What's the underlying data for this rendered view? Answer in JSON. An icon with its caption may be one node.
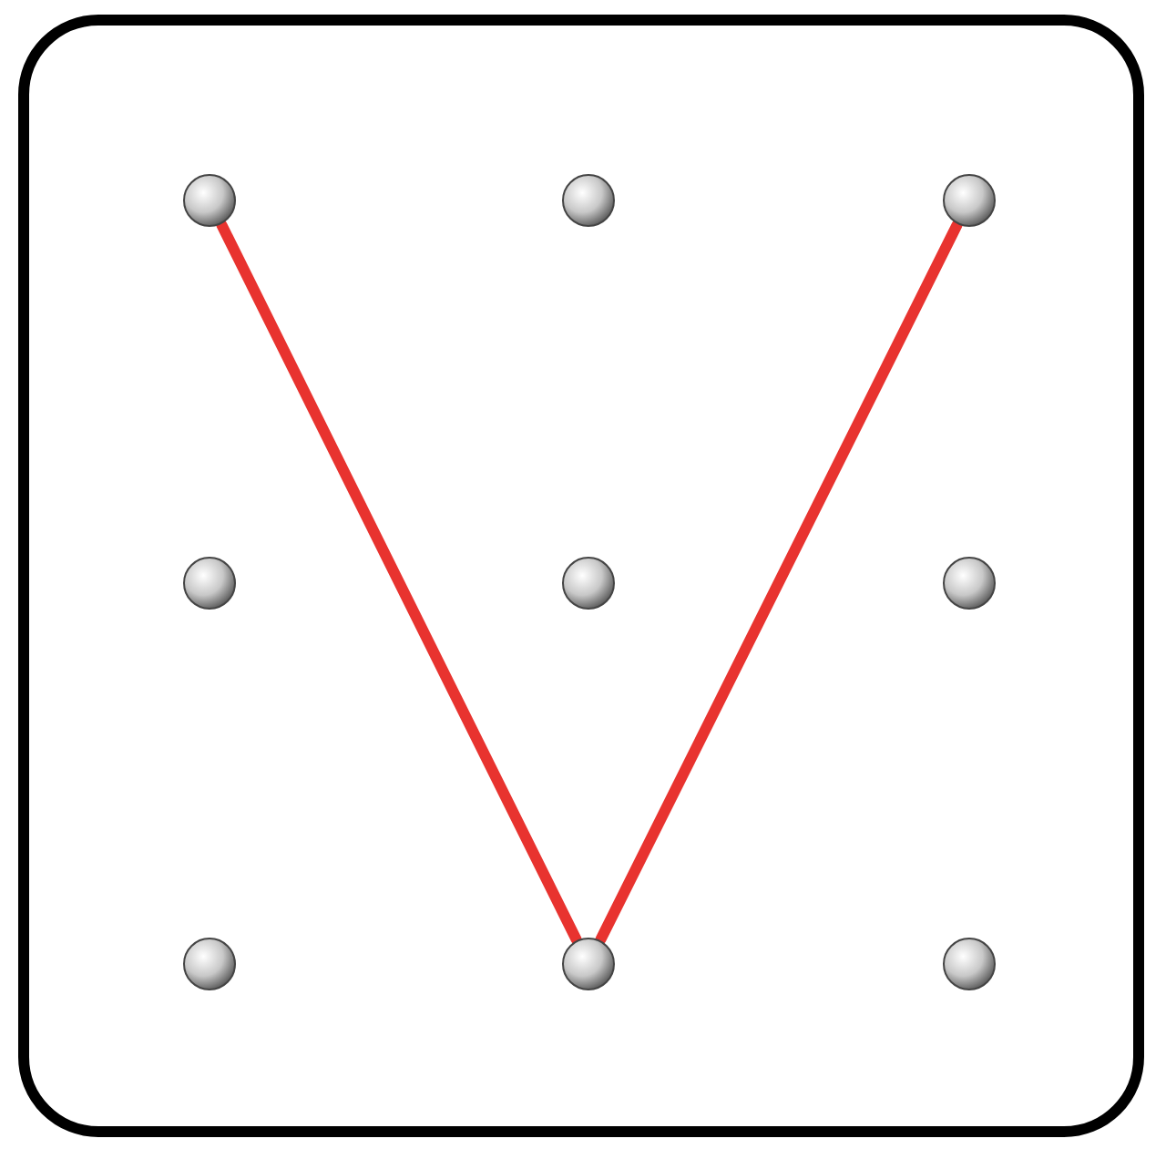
{
  "diagram": {
    "nodes": [
      {
        "text": [],
        "shape": "circle"
      },
      {
        "text": [],
        "shape": "circle"
      },
      {
        "text": [],
        "shape": "circle"
      },
      {
        "text": [],
        "shape": "circle"
      },
      {
        "text": [],
        "shape": "circle"
      },
      {
        "text": [],
        "shape": "circle"
      },
      {
        "text": [],
        "shape": "circle"
      },
      {
        "text": [],
        "shape": "circle"
      },
      {
        "text": [],
        "shape": "circle"
      }
    ],
    "edges": [
      {
        "from": 0,
        "to": 7,
        "arrow": "none"
      },
      {
        "from": 7,
        "to": 2,
        "arrow": "none"
      }
    ]
  }
}
